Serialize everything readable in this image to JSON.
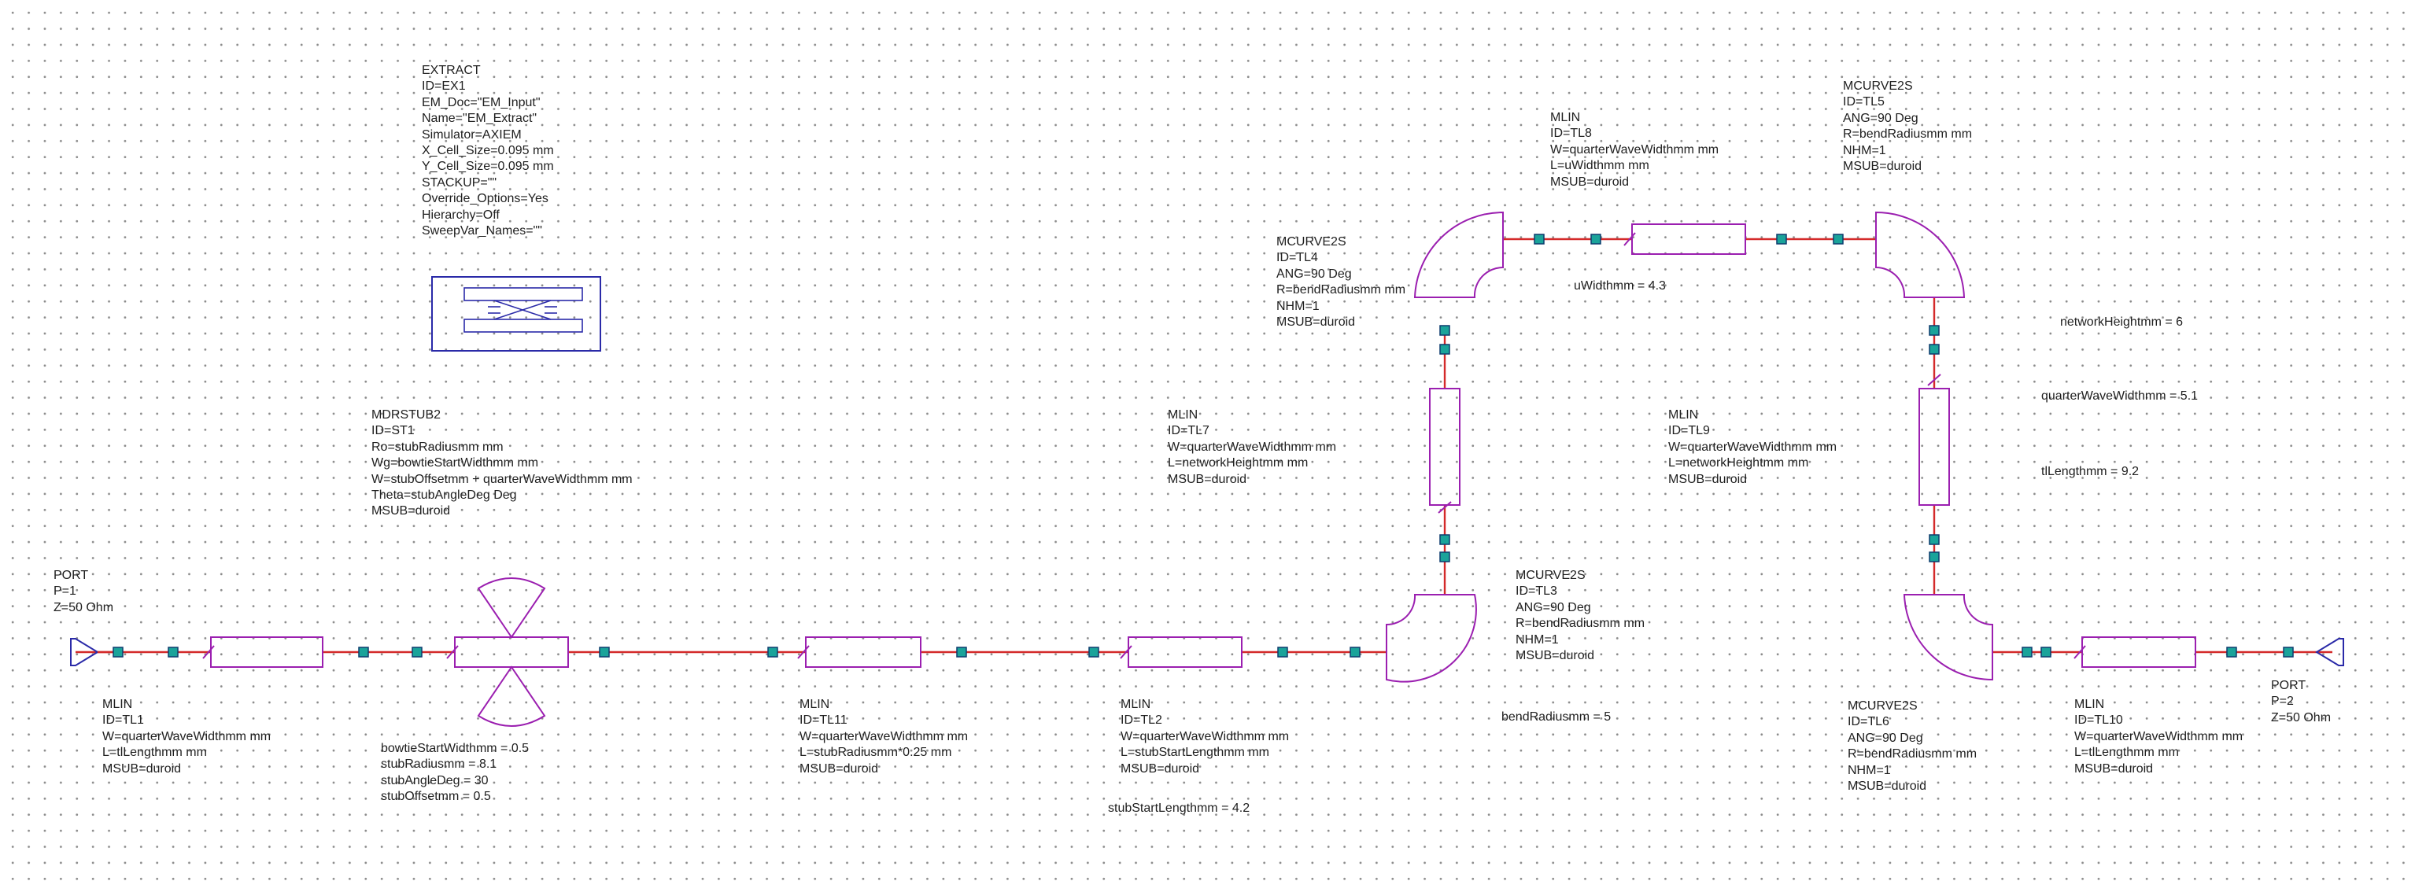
{
  "blocks": {
    "extract": [
      "EXTRACT",
      "ID=EX1",
      "EM_Doc=\"EM_Input\"",
      "Name=\"EM_Extract\"",
      "Simulator=AXIEM",
      "X_Cell_Size=0.095 mm",
      "Y_Cell_Size=0.095 mm",
      "STACKUP=\"\"",
      "Override_Options=Yes",
      "Hierarchy=Off",
      "SweepVar_Names=\"\""
    ],
    "mdrstub": [
      "MDRSTUB2",
      "ID=ST1",
      "Ro=stubRadiusmm mm",
      "Wg=bowtieStartWidthmm mm",
      "W=stubOffsetmm + quarterWaveWidthmm mm",
      "Theta=stubAngleDeg Deg",
      "MSUB=duroid"
    ],
    "port1": [
      "PORT",
      "P=1",
      "Z=50 Ohm"
    ],
    "port2": [
      "PORT",
      "P=2",
      "Z=50 Ohm"
    ],
    "tl1": [
      "MLIN",
      "ID=TL1",
      "W=quarterWaveWidthmm mm",
      "L=tlLengthmm mm",
      "MSUB=duroid"
    ],
    "tl11": [
      "MLIN",
      "ID=TL11",
      "W=quarterWaveWidthmm mm",
      "L=stubRadiusmm*0.25 mm",
      "MSUB=duroid"
    ],
    "tl2": [
      "MLIN",
      "ID=TL2",
      "W=quarterWaveWidthmm mm",
      "L=stubStartLengthmm mm",
      "MSUB=duroid"
    ],
    "tl7": [
      "MLIN",
      "ID=TL7",
      "W=quarterWaveWidthmm mm",
      "L=networkHeightmm mm",
      "MSUB=duroid"
    ],
    "tl4": [
      "MCURVE2S",
      "ID=TL4",
      "ANG=90 Deg",
      "R=bendRadiusmm mm",
      "NHM=1",
      "MSUB=duroid"
    ],
    "tl8": [
      "MLIN",
      "ID=TL8",
      "W=quarterWaveWidthmm mm",
      "L=uWidthmm mm",
      "MSUB=duroid"
    ],
    "tl5": [
      "MCURVE2S",
      "ID=TL5",
      "ANG=90 Deg",
      "R=bendRadiusmm mm",
      "NHM=1",
      "MSUB=duroid"
    ],
    "tl9": [
      "MLIN",
      "ID=TL9",
      "W=quarterWaveWidthmm mm",
      "L=networkHeightmm mm",
      "MSUB=duroid"
    ],
    "tl3": [
      "MCURVE2S",
      "ID=TL3",
      "ANG=90 Deg",
      "R=bendRadiusmm mm",
      "NHM=1",
      "MSUB=duroid"
    ],
    "tl6": [
      "MCURVE2S",
      "ID=TL6",
      "ANG=90 Deg",
      "R=bendRadiusmm mm",
      "NHM=1",
      "MSUB=duroid"
    ],
    "tl10": [
      "MLIN",
      "ID=TL10",
      "W=quarterWaveWidthmm mm",
      "L=tlLengthmm mm",
      "MSUB=duroid"
    ],
    "bowtie_eqs": [
      "bowtieStartWidthmm = 0.5",
      "stubRadiusmm = 8.1",
      "stubAngleDeg = 30",
      "stubOffsetmm = 0.5"
    ],
    "eq_uwidth": [
      "uWidthmm = 4.3"
    ],
    "eq_network": [
      "networkHeightmm = 6"
    ],
    "eq_qww": [
      "quarterWaveWidthmm = 5.1"
    ],
    "eq_tllen": [
      "tlLengthmm = 9.2"
    ],
    "eq_bend": [
      "bendRadiusmm = 5"
    ],
    "eq_stubstart": [
      "stubStartLengthmm = 4.2"
    ]
  },
  "colors": {
    "wire": "#d42a2a",
    "component": "#9b1fb0",
    "node": "#1aa39a",
    "extract_symbol": "#2a2aa8"
  }
}
